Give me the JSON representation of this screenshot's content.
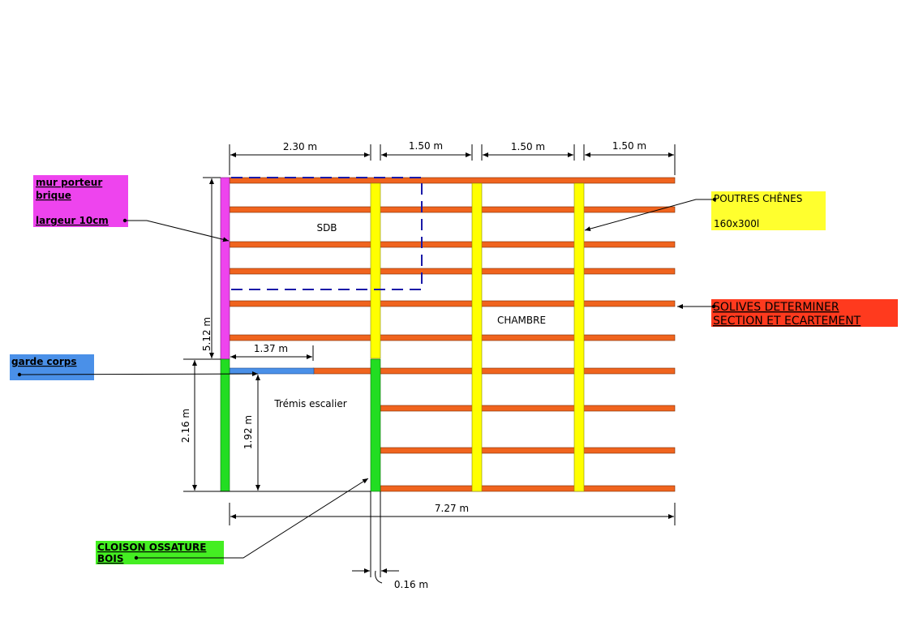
{
  "dimensions": {
    "top_1": "2.30 m",
    "top_2": "1.50 m",
    "top_3": "1.50 m",
    "top_4": "1.50 m",
    "left_height": "5.12 m",
    "stair_width": "1.37 m",
    "left_lower": "2.16 m",
    "stair_height": "1.92 m",
    "total_width": "7.27 m",
    "partition_thickness": "0.16 m"
  },
  "rooms": {
    "sdb": "SDB",
    "chambre": "CHAMBRE",
    "stair": "Trémis escalier"
  },
  "callouts": {
    "wall": {
      "line1": "mur porteur",
      "line2": "brique",
      "line3": "largeur 10cm",
      "color": "#ee44ee"
    },
    "beams": {
      "line1": "POUTRES CHÊNES",
      "line2": "160x300l",
      "color": "#ffff2e"
    },
    "joists": {
      "line1": "SOLIVES DETERMINER",
      "line2": "SECTION ET ECARTEMENT",
      "color": "#ff3a1e"
    },
    "railing": {
      "line1": "garde corps",
      "color": "#4a90e8"
    },
    "partition": {
      "line1": "CLOISON OSSATURE",
      "line2": "BOIS",
      "color": "#44ee22"
    }
  },
  "colors": {
    "joist": "#f0641e",
    "beam": "#ffff00",
    "wall": "#ee44ee",
    "partition": "#22dd22",
    "railing": "#4a90e8",
    "sdb_outline": "#1a1aa8"
  }
}
